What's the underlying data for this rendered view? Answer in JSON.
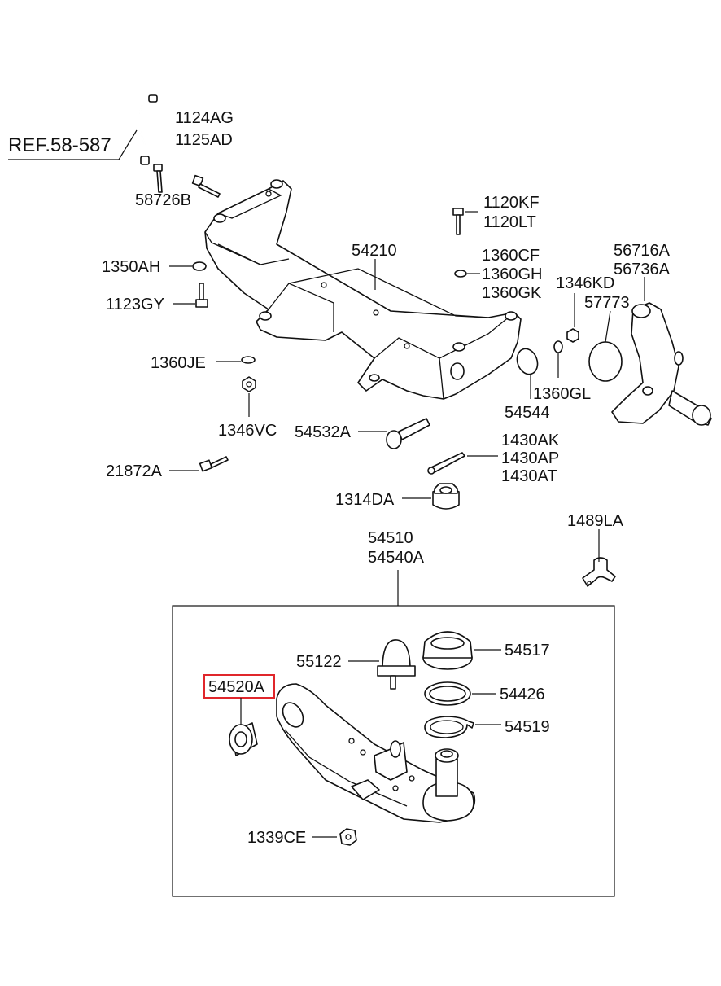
{
  "diagram": {
    "reference": "REF.58-587",
    "highlight_color": "#e0262b",
    "labels": {
      "p1124ag": "1124AG",
      "p1125ad": "1125AD",
      "p58726b": "58726B",
      "p1120kf": "1120KF",
      "p1120lt": "1120LT",
      "p54210": "54210",
      "p1350ah": "1350AH",
      "p1360cf": "1360CF",
      "p1360gh": "1360GH",
      "p1360gk": "1360GK",
      "p56716a": "56716A",
      "p56736a": "56736A",
      "p1346kd": "1346KD",
      "p1123gy": "1123GY",
      "p57773": "57773",
      "p1360je": "1360JE",
      "p1360gl": "1360GL",
      "p54544": "54544",
      "p1346vc": "1346VC",
      "p54532a": "54532A",
      "p1430ak": "1430AK",
      "p1430ap": "1430AP",
      "p1430at": "1430AT",
      "p21872a": "21872A",
      "p1314da": "1314DA",
      "p1489la": "1489LA",
      "p54510": "54510",
      "p54540a": "54540A",
      "p55122": "55122",
      "p54517": "54517",
      "p54520a": "54520A",
      "p54426": "54426",
      "p54519": "54519",
      "p1339ce": "1339CE"
    }
  }
}
